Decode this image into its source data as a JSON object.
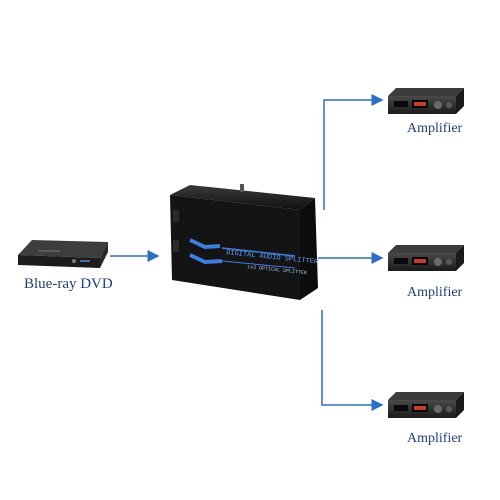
{
  "source": {
    "label": "Blue-ray DVD",
    "icon": "dvd-player-icon"
  },
  "splitter": {
    "icon": "optical-splitter-device-icon",
    "title_text": "DIGITAL AUDIO SPLITTER",
    "subtitle_text": "1x3 OPTICAL SPLITTER"
  },
  "outputs": [
    {
      "label": "Amplifier",
      "icon": "amplifier-icon"
    },
    {
      "label": "Amplifier",
      "icon": "amplifier-icon"
    },
    {
      "label": "Amplifier",
      "icon": "amplifier-icon"
    }
  ],
  "colors": {
    "arrow": "#2a6fc9",
    "label": "#1f3f7a",
    "device_body": "#141414",
    "accent": "#3b7fe0"
  }
}
